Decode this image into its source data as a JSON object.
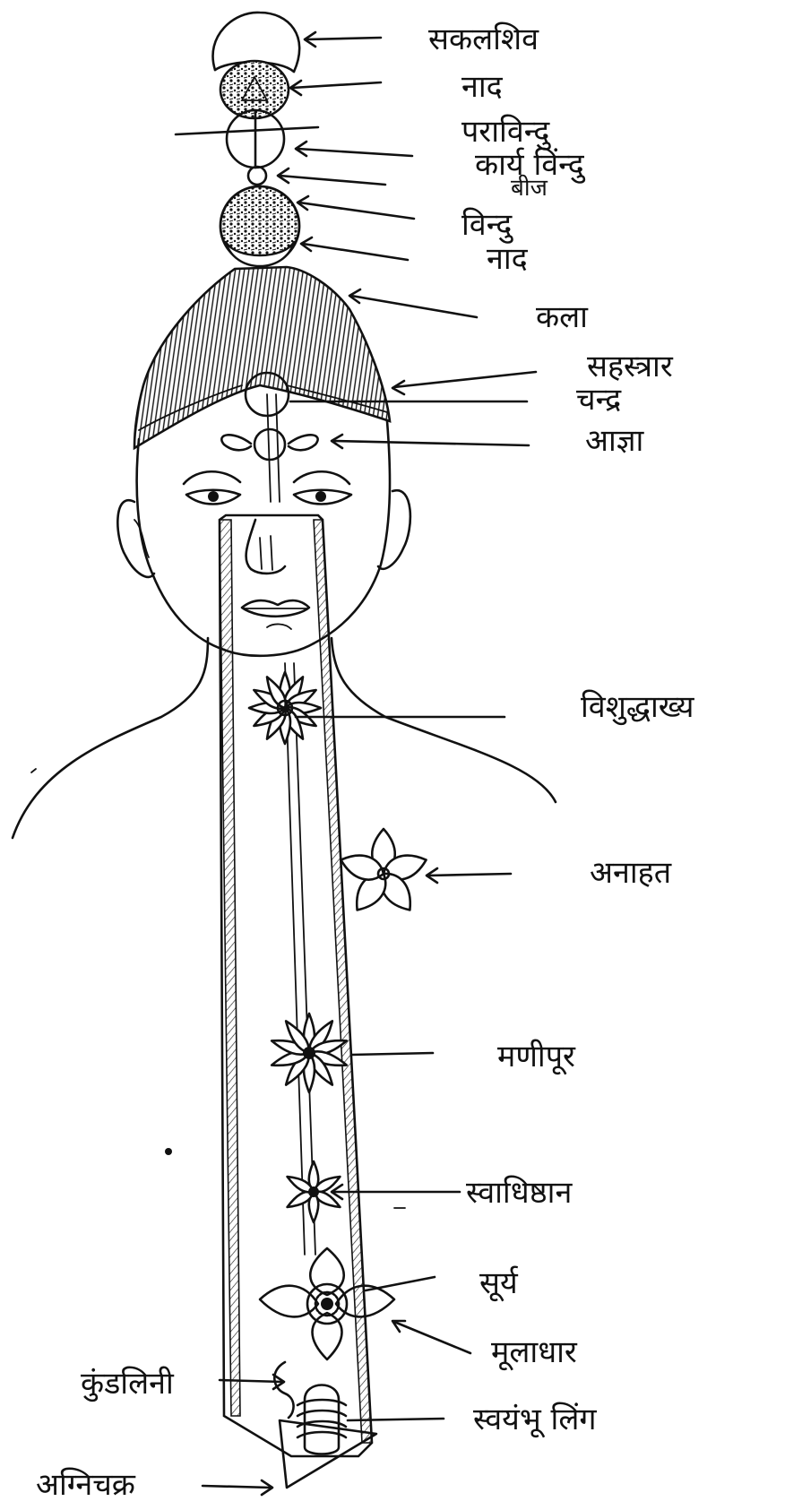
{
  "diagram": {
    "labels": {
      "sakalashiva": "सकलशिव",
      "naad_top": "नाद",
      "paravindu": "पराविन्दु",
      "karya_vindu": "कार्य विंन्दु",
      "beej": "बीज",
      "vindu": "विन्दु",
      "naad": "नाद",
      "kala": "कला",
      "sahasrara": "सहस्त्रार",
      "chandra": "चन्द्र",
      "ajna": "आज्ञा",
      "vishuddhakhya": "विशुद्धाख्य",
      "anahata": "अनाहत",
      "manipura": "मणीपूर",
      "svadhishthana": "स्वाधिष्ठान",
      "surya": "सूर्य",
      "muladhara": "मूलाधार",
      "kundalini": "कुंडलिनी",
      "svayambhu_linga": "स्वयंभू लिंग",
      "agnichakra": "अग्निचक्र"
    }
  }
}
